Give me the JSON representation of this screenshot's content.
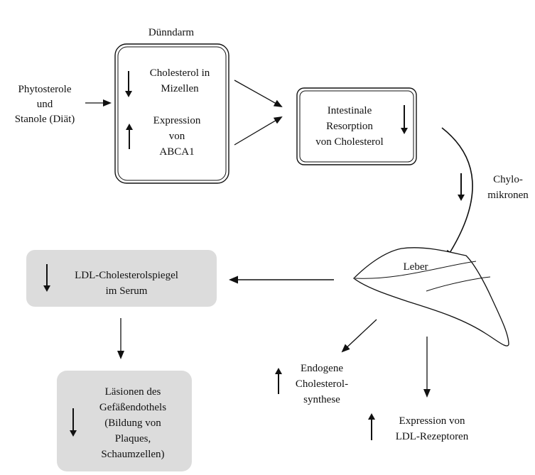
{
  "colors": {
    "ink": "#111111",
    "shaded_box": "#dcdcdc",
    "background": "#ffffff"
  },
  "duenndarm": {
    "title": "Dünndarm",
    "cholesterol_line1": "Cholesterol in",
    "cholesterol_line2": "Mizellen",
    "expression_line1": "Expression",
    "expression_line2": "von",
    "expression_line3": "ABCA1"
  },
  "phytosterole": {
    "line1": "Phytosterole",
    "line2": "und",
    "line3": "Stanole (Diät)"
  },
  "intestinale": {
    "line1": "Intestinale",
    "line2": "Resorption",
    "line3": "von Cholesterol"
  },
  "chylomikronen": {
    "line1": "Chylo-",
    "line2": "mikronen"
  },
  "leber": {
    "label": "Leber"
  },
  "ldl_serum": {
    "line1": "LDL-Cholesterolspiegel",
    "line2": "im Serum"
  },
  "endogene": {
    "line1": "Endogene",
    "line2": "Cholesterol-",
    "line3": "synthese"
  },
  "ldl_rezeptoren": {
    "line1": "Expression von",
    "line2": "LDL-Rezeptoren"
  },
  "laesionen": {
    "line1": "Läsionen des",
    "line2": "Gefäßendothels",
    "line3": "(Bildung von",
    "line4": "Plaques,",
    "line5": "Schaumzellen)"
  },
  "indicators": {
    "cholesterol_mizellen": "down",
    "expression_abca1": "up",
    "intestinale_resorption": "down",
    "chylomikronen": "down",
    "ldl_serum": "down",
    "endogene_synthese": "up",
    "ldl_rezeptoren": "up",
    "laesionen": "down"
  }
}
